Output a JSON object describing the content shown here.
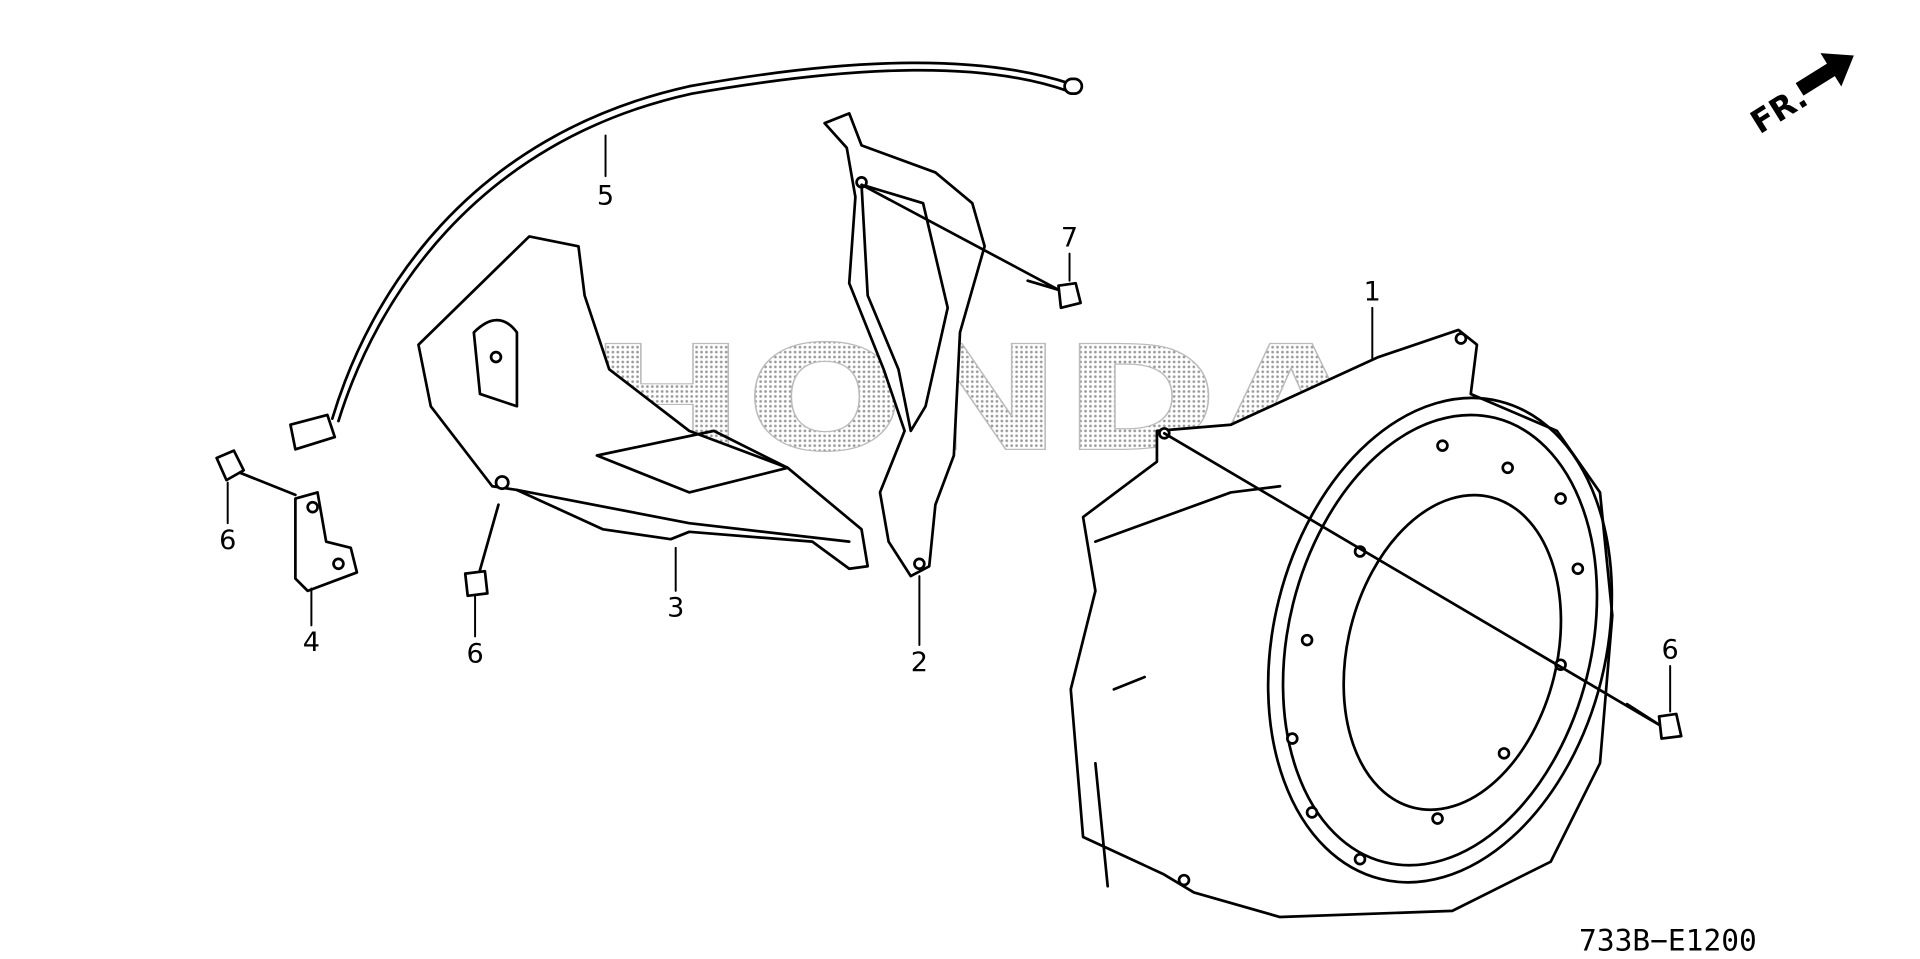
{
  "diagram": {
    "watermark": "HONDA",
    "direction_indicator": "FR.",
    "diagram_code": "733B−E1200",
    "callouts": {
      "fan_cover": "1",
      "shroud_right": "2",
      "shroud_left": "3",
      "bracket": "4",
      "cable": "5",
      "bolt_left": "6",
      "bolt_middle": "6",
      "bolt_right": "6",
      "bolt_top": "7"
    }
  }
}
